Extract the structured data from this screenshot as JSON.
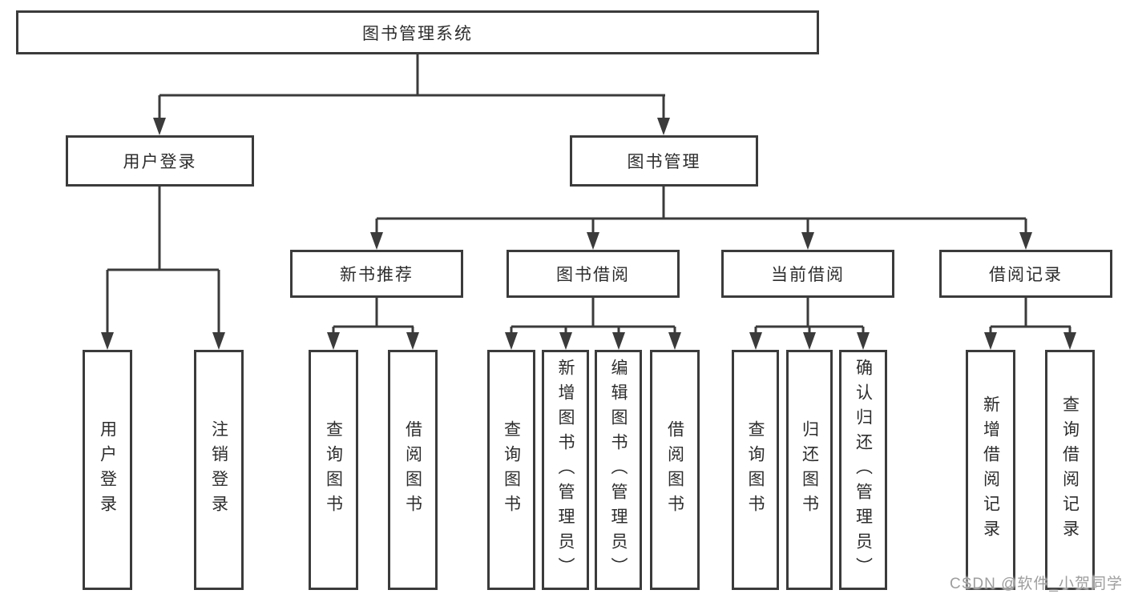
{
  "tree": {
    "root": {
      "label": "图书管理系统",
      "children": [
        {
          "label": "用户登录",
          "children": [
            {
              "label": "用户登录"
            },
            {
              "label": "注销登录"
            }
          ]
        },
        {
          "label": "图书管理",
          "children": [
            {
              "label": "新书推荐",
              "children": [
                {
                  "label": "查询图书"
                },
                {
                  "label": "借阅图书"
                }
              ]
            },
            {
              "label": "图书借阅",
              "children": [
                {
                  "label": "查询图书"
                },
                {
                  "label": "新增图书（管理员）"
                },
                {
                  "label": "编辑图书（管理员）"
                },
                {
                  "label": "借阅图书"
                }
              ]
            },
            {
              "label": "当前借阅",
              "children": [
                {
                  "label": "查询图书"
                },
                {
                  "label": "归还图书"
                },
                {
                  "label": "确认归还（管理员）"
                }
              ]
            },
            {
              "label": "借阅记录",
              "children": [
                {
                  "label": "新增借阅记录"
                },
                {
                  "label": "查询借阅记录"
                }
              ]
            }
          ]
        }
      ]
    }
  },
  "watermark": {
    "text": "CSDN @软件_小贺同学"
  },
  "colors": {
    "line": "#3b3b3b",
    "box_background": "#ffffff",
    "text": "#2d2d2d",
    "watermark": "#9e9e9e"
  }
}
